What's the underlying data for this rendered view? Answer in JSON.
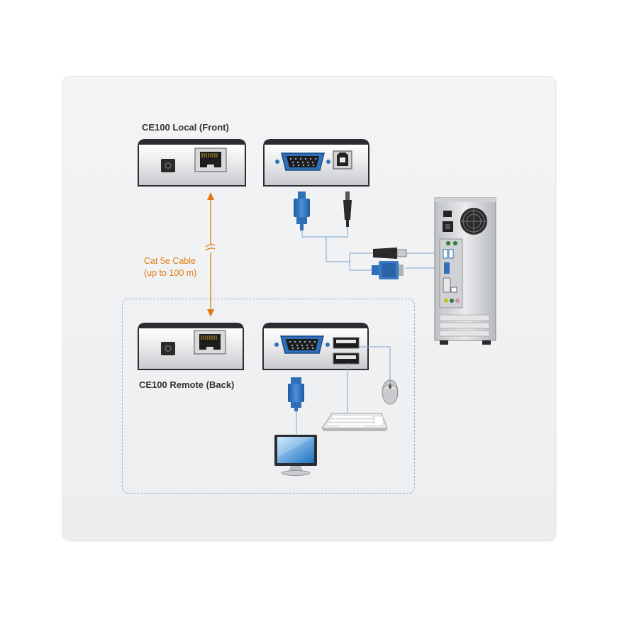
{
  "local_label": "CE100 Local (Front)",
  "remote_label": "CE100 Remote (Back)",
  "cable": {
    "line1": "Cat 5e Cable",
    "line2": "(up to 100 m)",
    "color": "#e07b12"
  },
  "colors": {
    "connector_blue": "#2f6fb8",
    "line_blue": "#8fb3d6",
    "device_dark": "#2b2d30"
  },
  "icons": [
    "power-jack-icon",
    "rj45-port-icon",
    "vga-port-icon",
    "usb-b-port-icon",
    "usb-a-port-icon",
    "vga-connector-icon",
    "usb-connector-icon",
    "computer-tower-icon",
    "mouse-icon",
    "keyboard-icon",
    "monitor-icon"
  ]
}
